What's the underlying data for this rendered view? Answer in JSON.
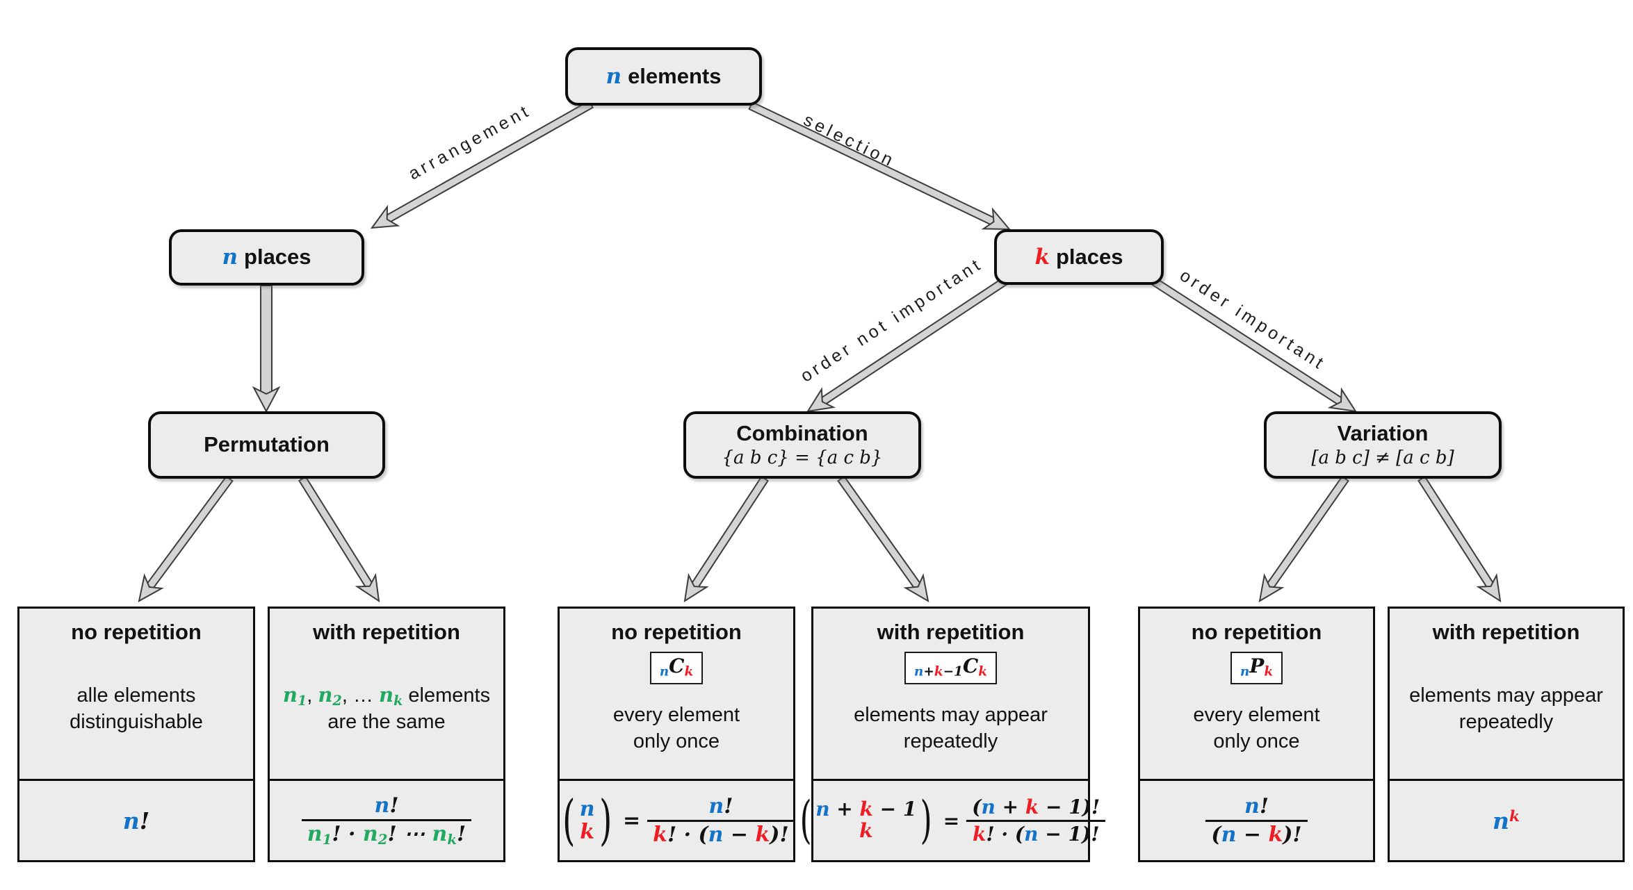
{
  "colors": {
    "n": "#1273c8",
    "k": "#ee1c23",
    "g": "#21a95f",
    "box_fill": "#ececec",
    "box_border": "#0d0d0d",
    "arrow_fill": "#d4d4d4",
    "arrow_outline": "#3c3c3c"
  },
  "root": {
    "var": "n",
    "text": "elements"
  },
  "places_left": {
    "var": "n",
    "text": "places"
  },
  "places_right": {
    "var": "k",
    "text": "places"
  },
  "edge_labels": {
    "arrangement": "arrangement",
    "selection": "selection",
    "order_not_important": "order not important",
    "order_important": "order important"
  },
  "permutation": {
    "title": "Permutation"
  },
  "combination": {
    "title": "Combination",
    "note": "{a b c} = {a c b}"
  },
  "variation": {
    "title": "Variation",
    "note": "[a b c] ≠ [a c b]"
  },
  "leaves": [
    {
      "header": "no repetition",
      "desc": [
        [
          {
            "t": "alle elements"
          }
        ],
        [
          {
            "t": "distinguishable"
          }
        ]
      ],
      "formula": [
        {
          "t": "n",
          "c": "n"
        },
        {
          "t": "!"
        }
      ]
    },
    {
      "header": "with repetition",
      "desc": [
        [
          {
            "t": "n",
            "sub": "1",
            "c": "g"
          },
          {
            "t": ", "
          },
          {
            "t": "n",
            "sub": "2",
            "c": "g"
          },
          {
            "t": ", … "
          },
          {
            "t": "n",
            "sub": "k",
            "c": "g"
          },
          {
            "t": " elements"
          }
        ],
        [
          {
            "t": "are the same"
          }
        ]
      ],
      "frac": {
        "num": [
          {
            "t": "n",
            "c": "n"
          },
          {
            "t": "!"
          }
        ],
        "den": [
          {
            "t": "n",
            "sub": "1",
            "c": "g"
          },
          {
            "t": "! · "
          },
          {
            "t": "n",
            "sub": "2",
            "c": "g"
          },
          {
            "t": "! ⋯ "
          },
          {
            "t": "n",
            "sub": "k",
            "c": "g"
          },
          {
            "t": "!"
          }
        ]
      }
    },
    {
      "header": "no repetition",
      "badge": [
        {
          "sub": "n",
          "c": "n"
        },
        {
          "t": "C"
        },
        {
          "sub": "k",
          "c": "k"
        }
      ],
      "desc": [
        [
          {
            "t": "every element"
          }
        ],
        [
          {
            "t": "only once"
          }
        ]
      ],
      "binom": {
        "top": [
          {
            "t": "n",
            "c": "n"
          }
        ],
        "bottom": [
          {
            "t": "k",
            "c": "k"
          }
        ]
      },
      "eq": "=",
      "frac": {
        "num": [
          {
            "t": "n",
            "c": "n"
          },
          {
            "t": "!"
          }
        ],
        "den": [
          {
            "t": "k",
            "c": "k"
          },
          {
            "t": "! · ("
          },
          {
            "t": "n",
            "c": "n"
          },
          {
            "t": " − "
          },
          {
            "t": "k",
            "c": "k"
          },
          {
            "t": ")!"
          }
        ]
      }
    },
    {
      "header": "with repetition",
      "badge": [
        {
          "sub": "n",
          "c": "n"
        },
        {
          "sub": "+"
        },
        {
          "sub": "k",
          "c": "k"
        },
        {
          "sub": "−1"
        },
        {
          "t": "C"
        },
        {
          "sub": "k",
          "c": "k"
        }
      ],
      "desc": [
        [
          {
            "t": "elements may appear"
          }
        ],
        [
          {
            "t": "repeatedly"
          }
        ]
      ],
      "binom": {
        "top": [
          {
            "t": "n",
            "c": "n"
          },
          {
            "t": " + "
          },
          {
            "t": "k",
            "c": "k"
          },
          {
            "t": " − 1"
          }
        ],
        "bottom": [
          {
            "t": "k",
            "c": "k"
          }
        ]
      },
      "eq": "=",
      "frac": {
        "num": [
          {
            "t": "("
          },
          {
            "t": "n",
            "c": "n"
          },
          {
            "t": " + "
          },
          {
            "t": "k",
            "c": "k"
          },
          {
            "t": " − 1)!"
          }
        ],
        "den": [
          {
            "t": "k",
            "c": "k"
          },
          {
            "t": "! · ("
          },
          {
            "t": "n",
            "c": "n"
          },
          {
            "t": " − 1)!"
          }
        ]
      }
    },
    {
      "header": "no repetition",
      "badge": [
        {
          "sub": "n",
          "c": "n"
        },
        {
          "t": "P"
        },
        {
          "sub": "k",
          "c": "k"
        }
      ],
      "desc": [
        [
          {
            "t": "every element"
          }
        ],
        [
          {
            "t": "only once"
          }
        ]
      ],
      "frac": {
        "num": [
          {
            "t": "n",
            "c": "n"
          },
          {
            "t": "!"
          }
        ],
        "den": [
          {
            "t": "("
          },
          {
            "t": "n",
            "c": "n"
          },
          {
            "t": " − "
          },
          {
            "t": "k",
            "c": "k"
          },
          {
            "t": ")!"
          }
        ]
      }
    },
    {
      "header": "with repetition",
      "desc": [
        [
          {
            "t": "elements may appear"
          }
        ],
        [
          {
            "t": "repeatedly"
          }
        ]
      ],
      "formula": [
        {
          "t": "n",
          "c": "n"
        },
        {
          "sup": "k",
          "c": "k"
        }
      ]
    }
  ]
}
